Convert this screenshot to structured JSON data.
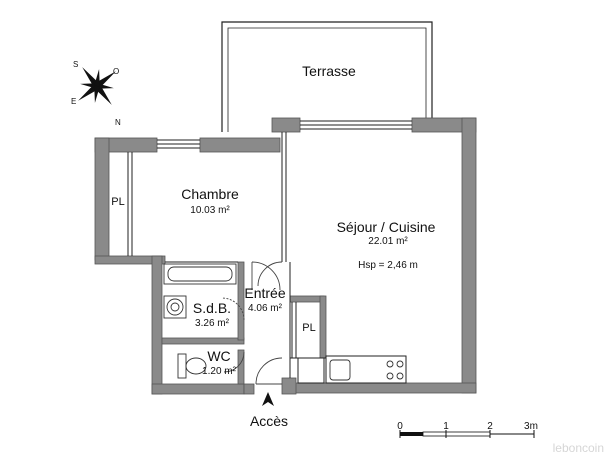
{
  "rooms": {
    "terrasse": {
      "name": "Terrasse"
    },
    "chambre": {
      "name": "Chambre",
      "area": "10.03 m²"
    },
    "sejour": {
      "name": "Séjour / Cuisine",
      "area": "22.01 m²",
      "height": "Hsp =  2,46 m"
    },
    "entree": {
      "name": "Entrée",
      "area": "4.06 m²"
    },
    "sdb": {
      "name": "S.d.B.",
      "area": "3.26 m²"
    },
    "wc": {
      "name": "WC",
      "area": "1.20 m²"
    },
    "placard_chambre": {
      "name": "PL"
    },
    "placard_entree": {
      "name": "PL"
    }
  },
  "access_label": "Accès",
  "compass": {
    "n": "N",
    "s": "S",
    "e": "E",
    "o": "O"
  },
  "scale": {
    "labels": [
      "0",
      "1",
      "2",
      "3m"
    ]
  },
  "watermark": "leboncoin",
  "colors": {
    "wall": "#8a8a8a",
    "wall_edge": "#555555",
    "line": "#222222"
  }
}
